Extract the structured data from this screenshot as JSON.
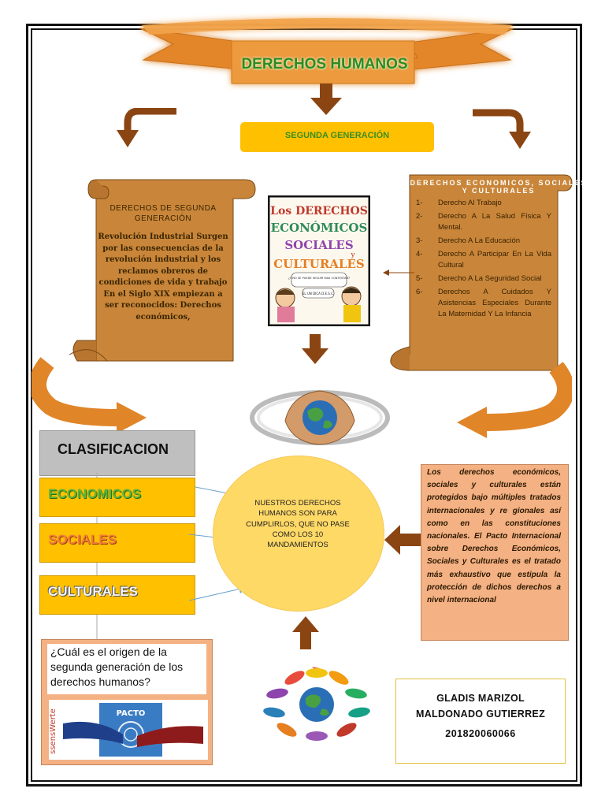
{
  "title": "DERECHOS HUMANOS",
  "subtitle_box": "SEGUNDA GENERACIÓN",
  "left_scroll": {
    "subtitle": "DERECHOS DE SEGUNDA GENERACIÓN",
    "body": "Revolución Industrial Surgen por las consecuencias de la revolución industrial y los reclamos obreros de condiciones de vida y trabajo En el Siglo XIX empiezan a ser reconocidos: Derechos económicos,"
  },
  "book_image": {
    "line1": "Los DERECHOS",
    "line2": "ECONÓMICOS",
    "line3": "SOCIALES",
    "line4": "y",
    "line5": "CULTURALES",
    "bubble1": "¿Y NO SE PUEDE SEGUIR MAS CONTESTAR?",
    "bubble2": "EL UN DICA D.E.S.C."
  },
  "right_scroll": {
    "heading": "DERECHOS ECONOMICOS, SOCIALES Y CULTURALES",
    "items": [
      {
        "num": "1-",
        "text": "Derecho Al Trabajo"
      },
      {
        "num": "2-",
        "text": "Derecho A La Salud Física Y Mental."
      },
      {
        "num": "3-",
        "text": "Derecho A La Educación"
      },
      {
        "num": "4-",
        "text": "Derecho A Participar En La Vida Cultural"
      },
      {
        "num": "5-",
        "text": "Derecho A La Seguridad Social"
      },
      {
        "num": "6-",
        "text": "Derechos A Cuidados Y Asistencias Especiales Durante La Maternidad Y La Infancia"
      }
    ]
  },
  "clasificacion": {
    "label": "CLASIFICACION",
    "items": [
      "ECONOMICOS",
      "SOCIALES",
      "CULTURALES"
    ]
  },
  "center_circle": "NUESTROS DERECHOS HUMANOS SON PARA CUMPLIRLOS, QUE NO PASE COMO LOS 10 MANDAMIENTOS",
  "orange_text": "Los derechos económicos, sociales y culturales están protegidos bajo múltiples tratados internacionales y re gionales así como en las constituciones nacionales. El Pacto Internacional sobre Derechos Económicos, Sociales y Culturales es el tratado más exhaustivo que estipula la protección de dichos derechos a nivel internacional",
  "question": "¿Cuál es el origen de la segunda generación de los derechos humanos?",
  "pacto_image": {
    "label": "PACTO",
    "side_text": "ssensWerte"
  },
  "author": {
    "name_line1": "GLADIS MARIZOL",
    "name_line2": "MALDONADO GUTIERREZ",
    "id": "201820060066"
  },
  "colors": {
    "orange": "#e3862a",
    "brown": "#8b4513",
    "yellow": "#ffc000",
    "green": "#3a8e1f",
    "scroll": "#c9863a",
    "salmon": "#f4b183"
  }
}
